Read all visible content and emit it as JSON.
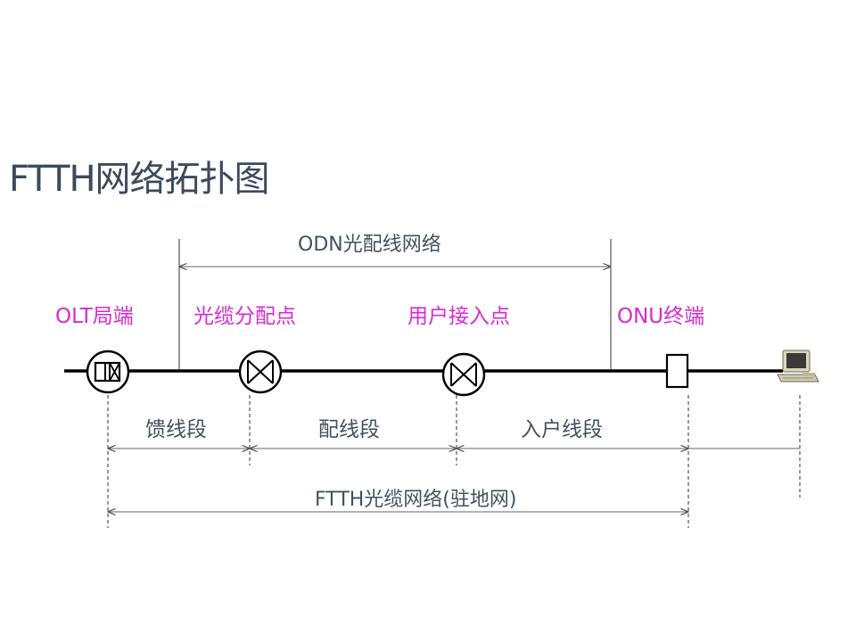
{
  "title": "FTTH网络拓扑图",
  "odn_label": "ODN光配线网络",
  "nodes": {
    "olt": "OLT局端",
    "splice": "光缆分配点",
    "access": "用户接入点",
    "onu": "ONU终端"
  },
  "segments": {
    "feeder": "馈线段",
    "distribution": "配线段",
    "drop": "入户线段"
  },
  "ftth_label": "FTTH光缆网络(驻地网)",
  "colors": {
    "title": "#3c4a5c",
    "node_label": "#d72ad2",
    "segment_label": "#44505f",
    "line": "#000000"
  },
  "icons": {
    "olt": "olt-symbol-icon",
    "splice": "splice-closure-icon",
    "access": "access-point-icon",
    "onu": "onu-box-icon",
    "computer": "computer-icon"
  }
}
